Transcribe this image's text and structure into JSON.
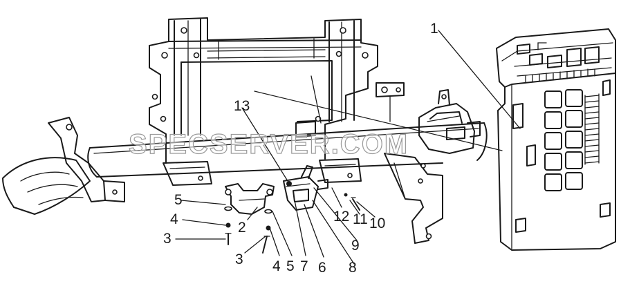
{
  "watermark": "SPECSERVER.COM",
  "callouts": {
    "c1": "1",
    "c2": "2",
    "c3a": "3",
    "c3b": "3",
    "c4a": "4",
    "c4b": "4",
    "c5a": "5",
    "c5b": "5",
    "c6": "6",
    "c7": "7",
    "c8": "8",
    "c9": "9",
    "c10": "10",
    "c11": "11",
    "c12": "12",
    "c13": "13"
  }
}
